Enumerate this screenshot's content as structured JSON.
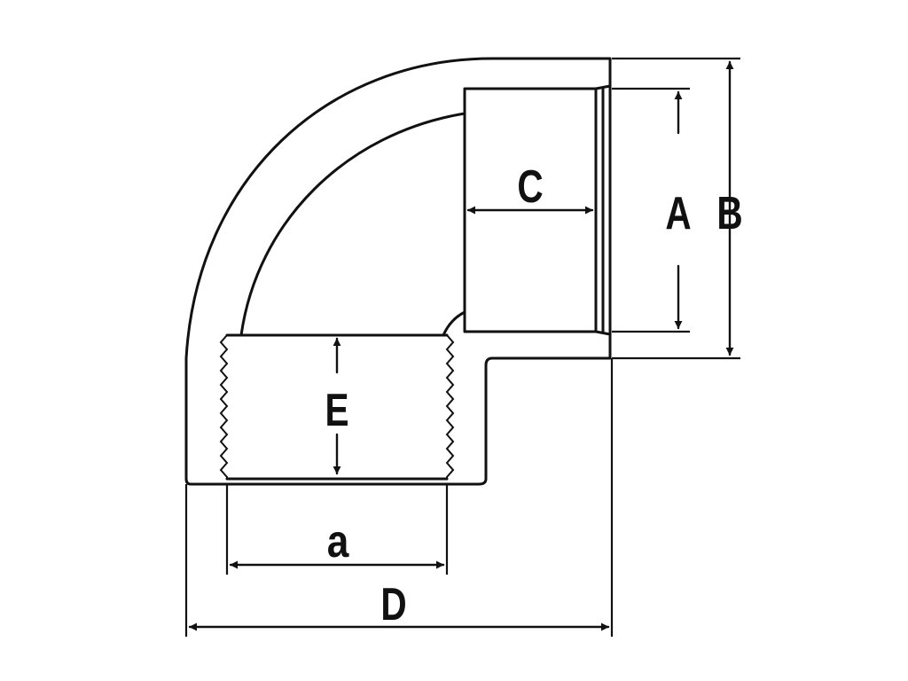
{
  "diagram": {
    "labels": {
      "A": "A",
      "B": "B",
      "C": "C",
      "D": "D",
      "E": "E",
      "a": "a"
    },
    "colors": {
      "ink": "#111111",
      "background": "#ffffff"
    }
  }
}
